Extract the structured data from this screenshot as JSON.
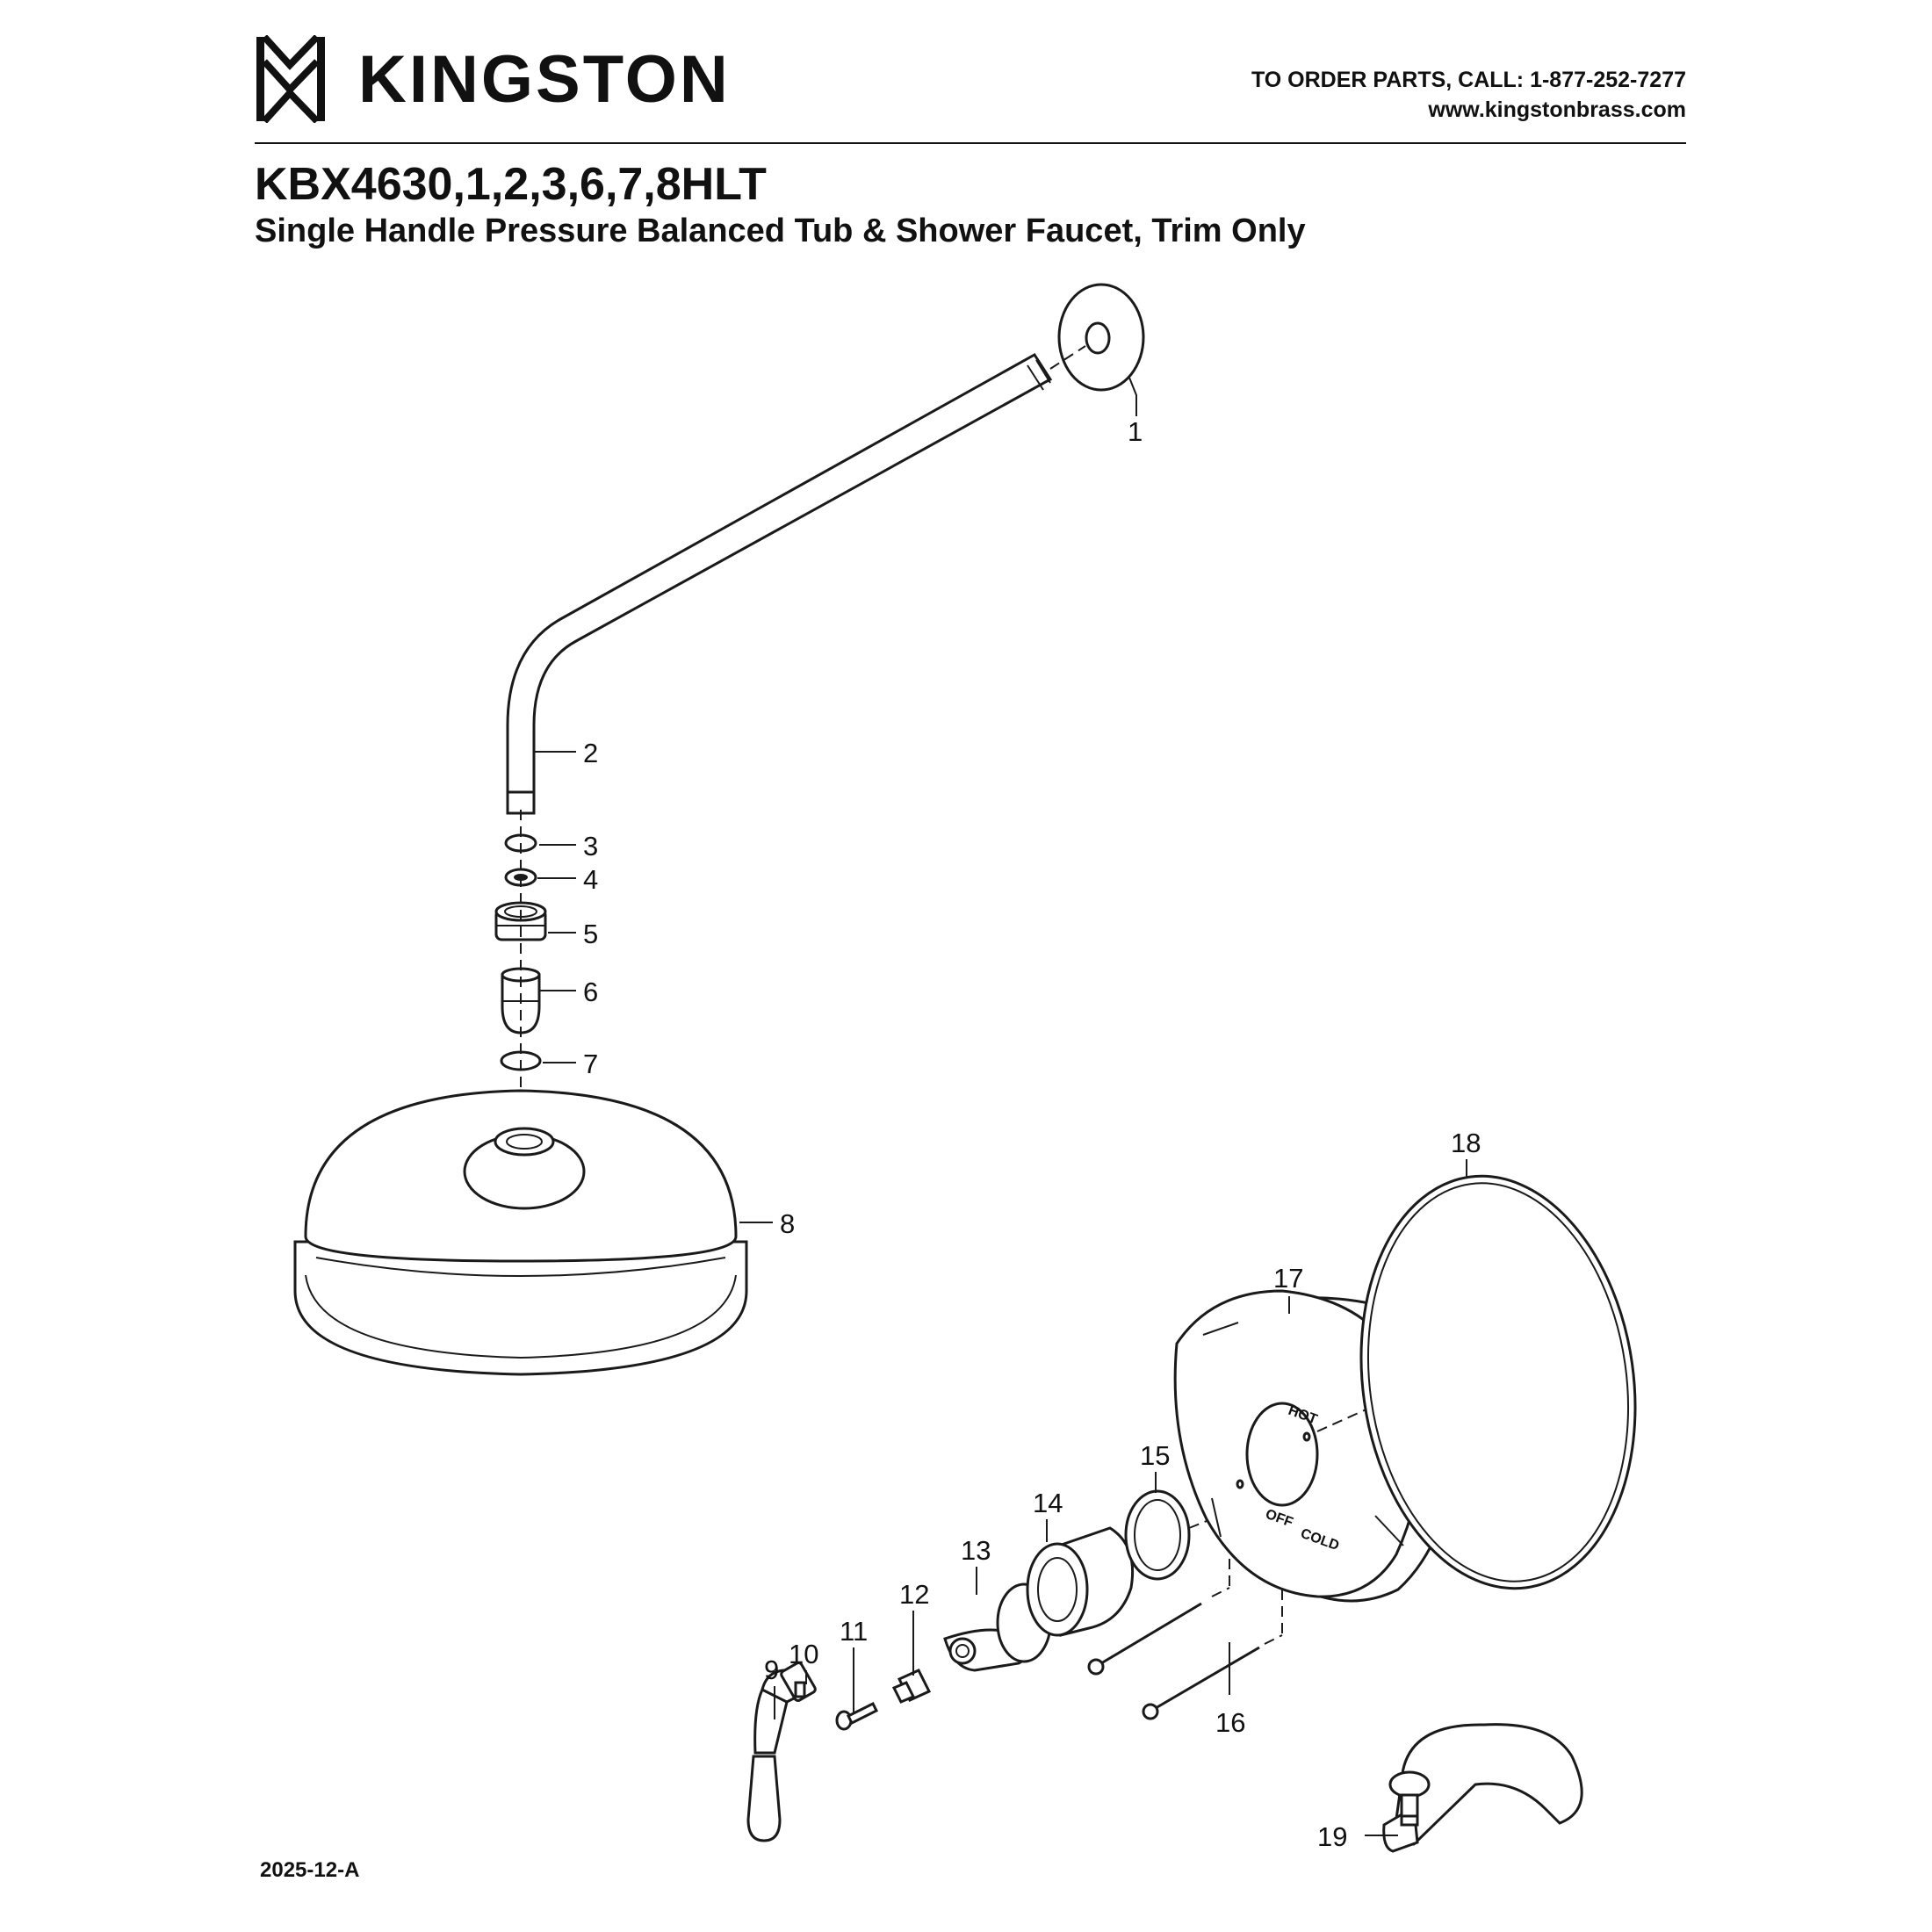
{
  "header": {
    "brand": "KINGSTON",
    "order_line": "TO ORDER PARTS, CALL: 1-877-252-7277",
    "website": "www.kingstonbrass.com"
  },
  "title": {
    "model": "KBX4630,1,2,3,6,7,8HLT",
    "description": "Single Handle Pressure Balanced Tub & Shower Faucet, Trim Only"
  },
  "footer": {
    "revision": "2025-12-A"
  },
  "parts": [
    {
      "number": "1"
    },
    {
      "number": "2"
    },
    {
      "number": "3"
    },
    {
      "number": "4"
    },
    {
      "number": "5"
    },
    {
      "number": "6"
    },
    {
      "number": "7"
    },
    {
      "number": "8"
    },
    {
      "number": "9"
    },
    {
      "number": "10"
    },
    {
      "number": "11"
    },
    {
      "number": "12"
    },
    {
      "number": "13"
    },
    {
      "number": "14"
    },
    {
      "number": "15"
    },
    {
      "number": "16"
    },
    {
      "number": "17"
    },
    {
      "number": "18"
    },
    {
      "number": "19"
    }
  ],
  "trim_plate": {
    "hot_label": "HOT",
    "off_label": "OFF",
    "cold_label": "COLD"
  }
}
